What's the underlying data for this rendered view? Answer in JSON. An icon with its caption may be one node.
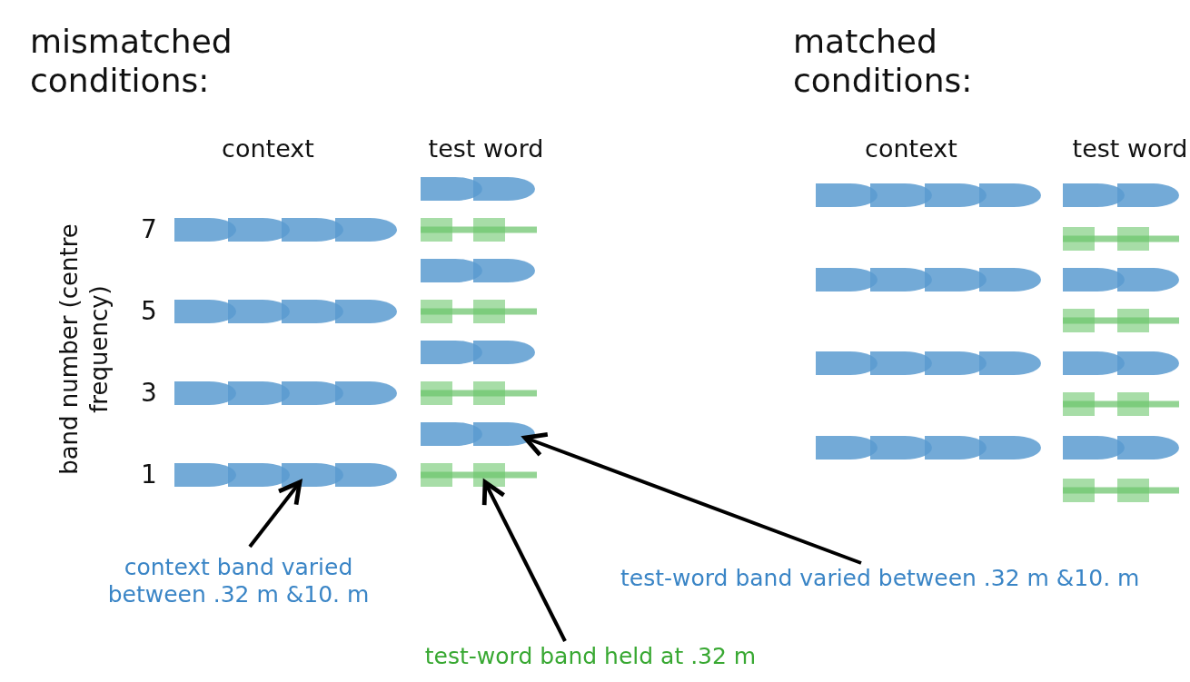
{
  "diagram": {
    "nodes": [
      {
        "text": [
          "context band varied between .32 m &10. m"
        ]
      },
      {
        "text": [
          "test-word band held at .32 m"
        ]
      },
      {
        "text": [
          "test-word band varied between .32 m &10. m"
        ]
      },
      {
        "text": [],
        "shape": "bar"
      },
      {
        "text": [],
        "shape": "box"
      },
      {
        "text": [],
        "shape": "bar"
      }
    ],
    "edges": [
      {
        "from": 0,
        "to": 3,
        "arrow": "to"
      },
      {
        "from": 1,
        "to": 4,
        "arrow": "to"
      },
      {
        "from": 2,
        "to": 5,
        "arrow": "to"
      }
    ],
    "labels": [
      "mismatched conditions:",
      "matched conditions:",
      "context",
      "test word",
      "context",
      "test word",
      "band number (centre frequency)",
      "7",
      "5",
      "3",
      "1"
    ]
  }
}
